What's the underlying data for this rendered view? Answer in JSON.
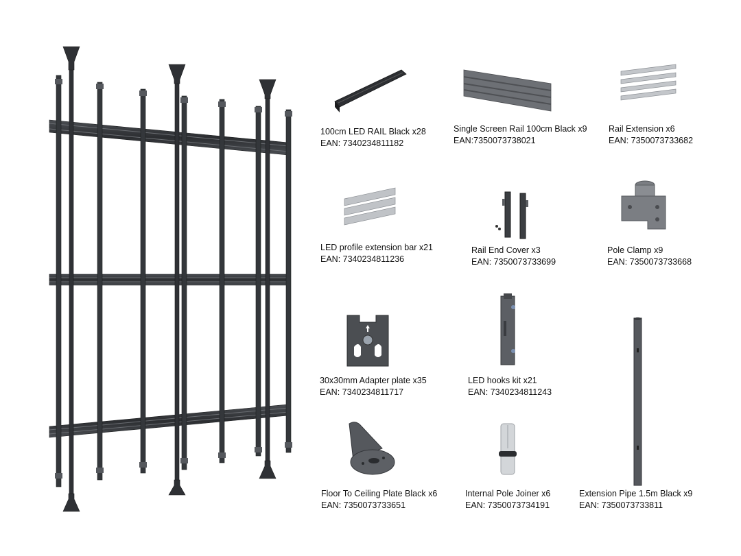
{
  "colors": {
    "background": "#ffffff",
    "frame": "#3a3d42",
    "frame_dark": "#26282b",
    "metal": "#b9bdc2",
    "gray_part": "#6f7277",
    "text": "#111111"
  },
  "parts": [
    {
      "icon": "led-rail-icon",
      "name": "100cm LED RAIL  Black x28",
      "ean": "EAN: 7340234811182"
    },
    {
      "icon": "single-screen-rail-icon",
      "name": "Single Screen Rail 100cm Black x9",
      "ean": "EAN:7350073738021"
    },
    {
      "icon": "rail-extension-icon",
      "name": "Rail Extension x6",
      "ean": "EAN: 7350073733682"
    },
    {
      "icon": "led-profile-extension-bar-icon",
      "name": "LED profile extension bar x21",
      "ean": "EAN: 7340234811236"
    },
    {
      "icon": "rail-end-cover-icon",
      "name": "Rail End Cover x3",
      "ean": "EAN: 7350073733699"
    },
    {
      "icon": "pole-clamp-icon",
      "name": "Pole Clamp x9",
      "ean": "EAN: 7350073733668"
    },
    {
      "icon": "adapter-plate-icon",
      "name": "30x30mm Adapter plate x35",
      "ean": "EAN: 7340234811717"
    },
    {
      "icon": "led-hooks-kit-icon",
      "name": "LED hooks kit x21",
      "ean": "EAN: 7340234811243"
    },
    {
      "icon": "floor-ceiling-plate-icon",
      "name": "Floor To Ceiling Plate Black x6",
      "ean": "EAN: 7350073733651"
    },
    {
      "icon": "internal-pole-joiner-icon",
      "name": "Internal Pole Joiner x6",
      "ean": "EAN: 7350073734191"
    },
    {
      "icon": "extension-pipe-icon",
      "name": "Extension Pipe 1.5m Black x9",
      "ean": "EAN: 7350073733811"
    }
  ]
}
